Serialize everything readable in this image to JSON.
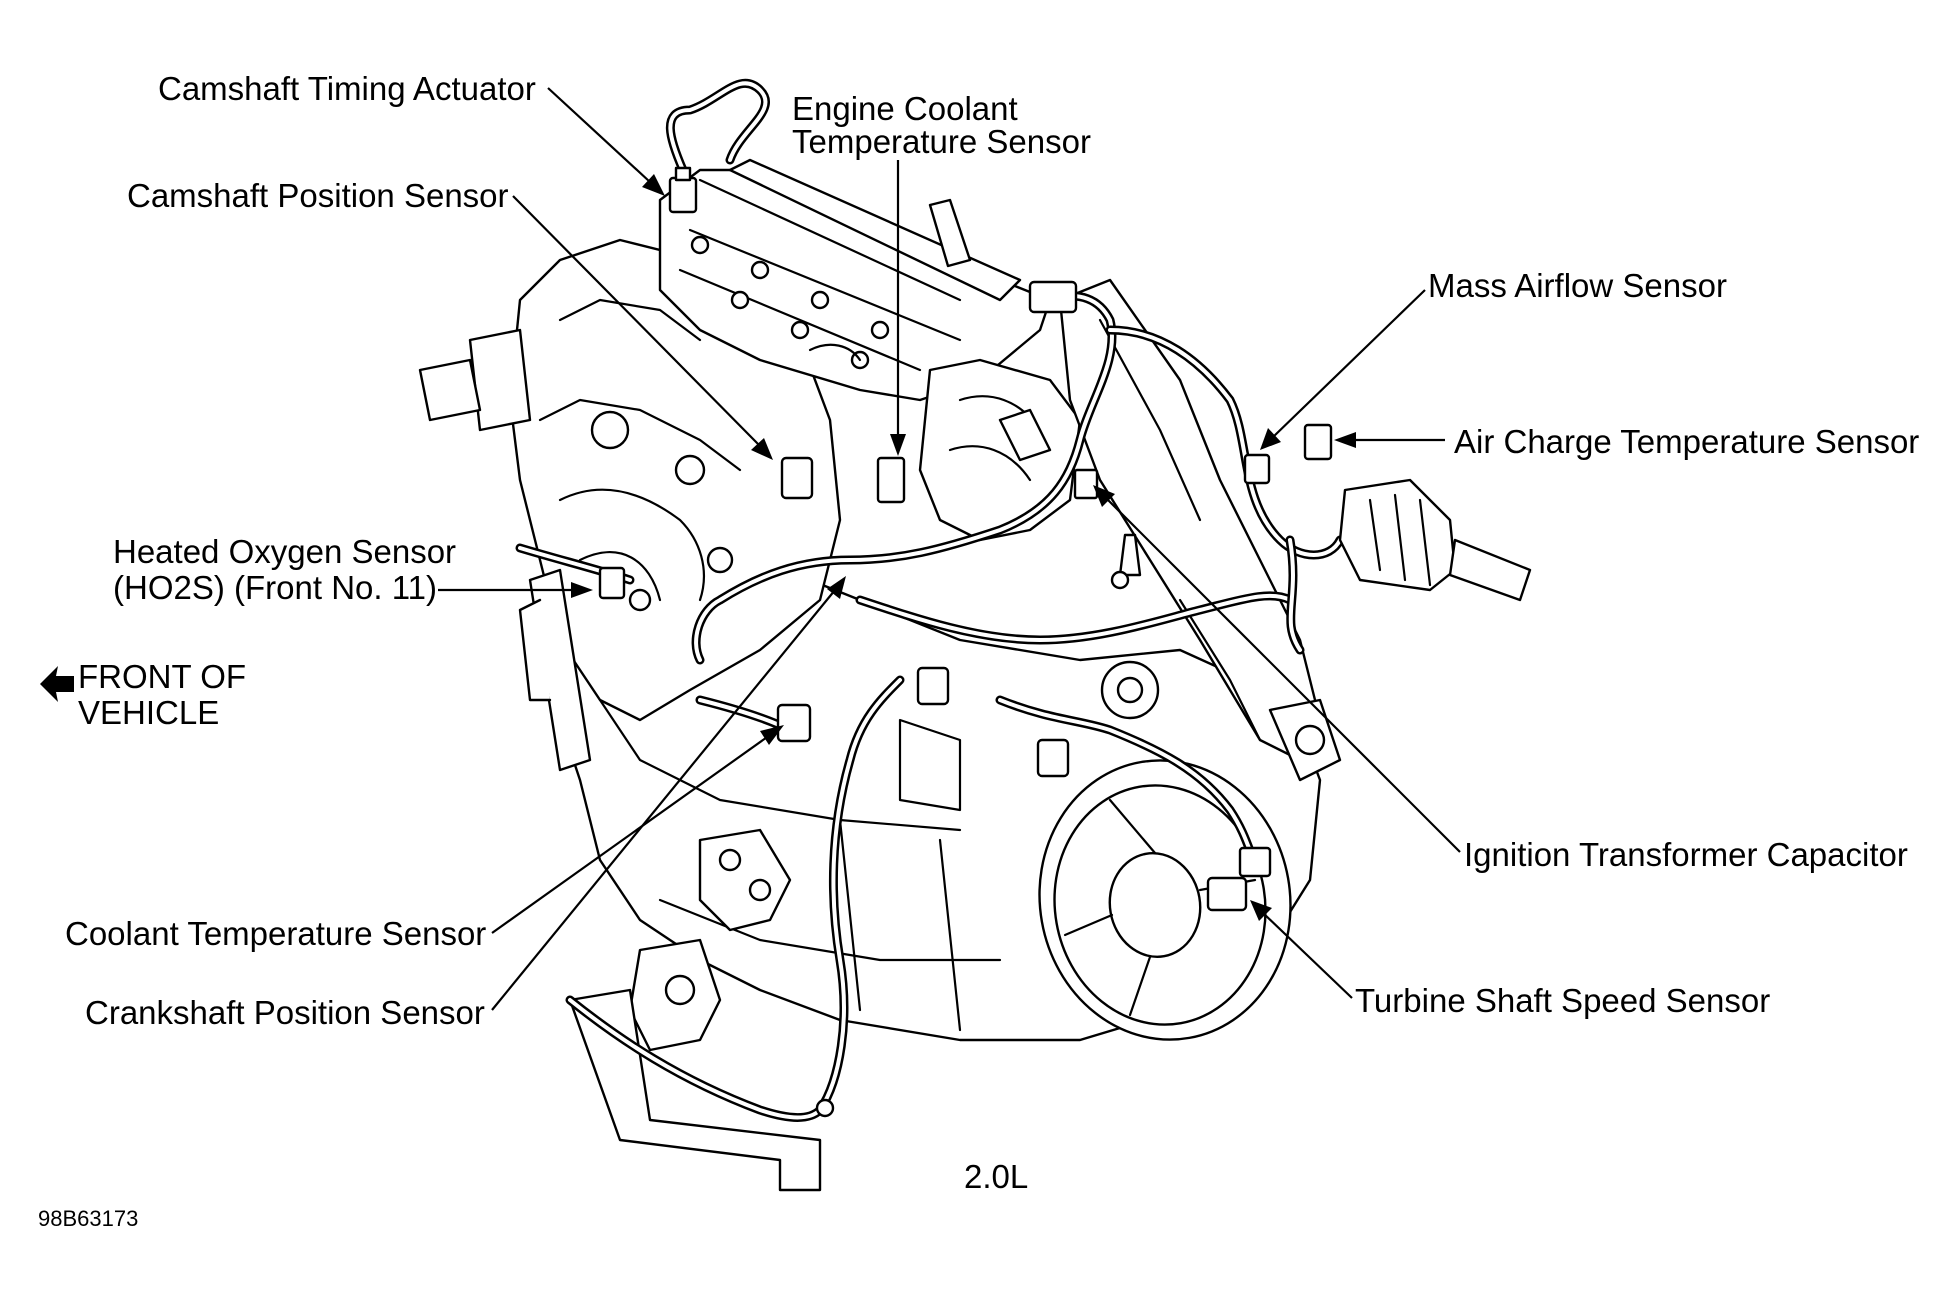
{
  "labels": {
    "camshaft_timing_actuator": "Camshaft Timing Actuator",
    "engine_coolant_line1": "Engine Coolant",
    "engine_coolant_line2": "Temperature Sensor",
    "camshaft_position_sensor": "Camshaft Position Sensor",
    "mass_airflow_sensor": "Mass Airflow Sensor",
    "air_charge_temperature_sensor": "Air Charge Temperature Sensor",
    "heated_oxygen_line1": "Heated Oxygen Sensor",
    "heated_oxygen_line2": "(HO2S) (Front No. 11)",
    "front_of_vehicle_line1": "FRONT OF",
    "front_of_vehicle_line2": "VEHICLE",
    "ignition_transformer_capacitor": "Ignition Transformer Capacitor",
    "coolant_temperature_sensor": "Coolant Temperature Sensor",
    "turbine_shaft_speed_sensor": "Turbine Shaft Speed Sensor",
    "crankshaft_position_sensor": "Crankshaft Position Sensor",
    "engine_size": "2.0L",
    "figure_id": "98B63173"
  },
  "colors": {
    "line": "#000000",
    "background": "#ffffff"
  }
}
